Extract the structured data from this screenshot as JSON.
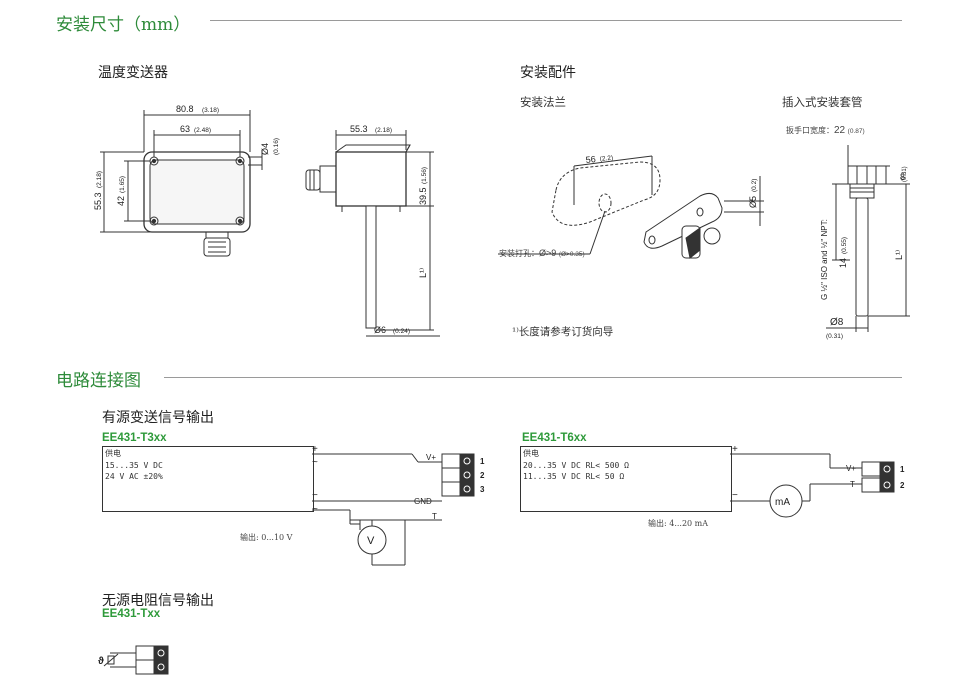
{
  "sections": {
    "dimensions_title": "安装尺寸（mm）",
    "wiring_title": "电路连接图"
  },
  "dimensions": {
    "transmitter_title": "温度变送器",
    "accessories_title": "安装配件",
    "flange_title": "安装法兰",
    "sleeve_title": "插入式安装套管",
    "transmitter_dims": {
      "width_outer": "80.8",
      "width_outer_in": "(3.18)",
      "width_inner": "63",
      "width_inner_in": "(2.48)",
      "hole_dia": "Ø4",
      "hole_dia_in": "(0.16)",
      "height_outer": "55.3",
      "height_outer_in": "(2.18)",
      "height_inner": "42",
      "height_inner_in": "(1.65)",
      "side_width": "55.3",
      "side_width_in": "(2.18)",
      "side_height": "39.5",
      "side_height_in": "(1.56)",
      "probe_length": "L¹⁾",
      "probe_dia": "Ø6",
      "probe_dia_in": "(0.24)"
    },
    "flange_dims": {
      "hole_spacing": "56",
      "hole_spacing_in": "(2.2)",
      "slot_dia": "Ø5",
      "slot_dia_in": "(0.2)",
      "drill_hole_label": "安装打孔：",
      "drill_hole_value": "Ø>9",
      "drill_hole_in": "(Ø>0.35)"
    },
    "sleeve_dims": {
      "wrench_label": "扳手口宽度：",
      "wrench_value": "22",
      "wrench_in": "(0.87)",
      "hex_height": "8",
      "hex_height_in": "(0.31)",
      "thread": "G ½\" ISO and ½\" NPT:",
      "thread_len": "14",
      "thread_len_in": "(0.55)",
      "length": "L¹⁾",
      "dia": "Ø8",
      "dia_in": "(0.31)"
    },
    "footnote": "¹⁾长度请参考订货向导"
  },
  "wiring": {
    "active_title": "有源变送信号输出",
    "passive_title": "无源电阻信号输出",
    "t3": {
      "model": "EE431-T3xx",
      "supply_label": "供电",
      "supply_lines": [
        "15...35 V DC",
        "24 V AC ±20%"
      ],
      "output": "输出: 0...10 V",
      "meter": "V",
      "plus": "+",
      "minus": "−",
      "tilde": "~",
      "pins": [
        "V+",
        "GND",
        "T"
      ],
      "pin_numbers": [
        "1",
        "2",
        "3"
      ]
    },
    "t6": {
      "model": "EE431-T6xx",
      "supply_label": "供电",
      "supply_lines": [
        "20...35 V DC RL< 500 Ω",
        "11...35 V DC RL< 50 Ω"
      ],
      "output": "输出: 4...20 mA",
      "meter": "mA",
      "plus": "+",
      "minus": "−",
      "pins": [
        "V+",
        "T"
      ],
      "pin_numbers": [
        "1",
        "2"
      ]
    },
    "txx": {
      "model": "EE431-Txx",
      "symbol": "ϑ"
    }
  },
  "colors": {
    "accent_green": "#2e8b3a",
    "model_green": "#2e9a3a",
    "rule_gray": "#9a9a9a"
  }
}
